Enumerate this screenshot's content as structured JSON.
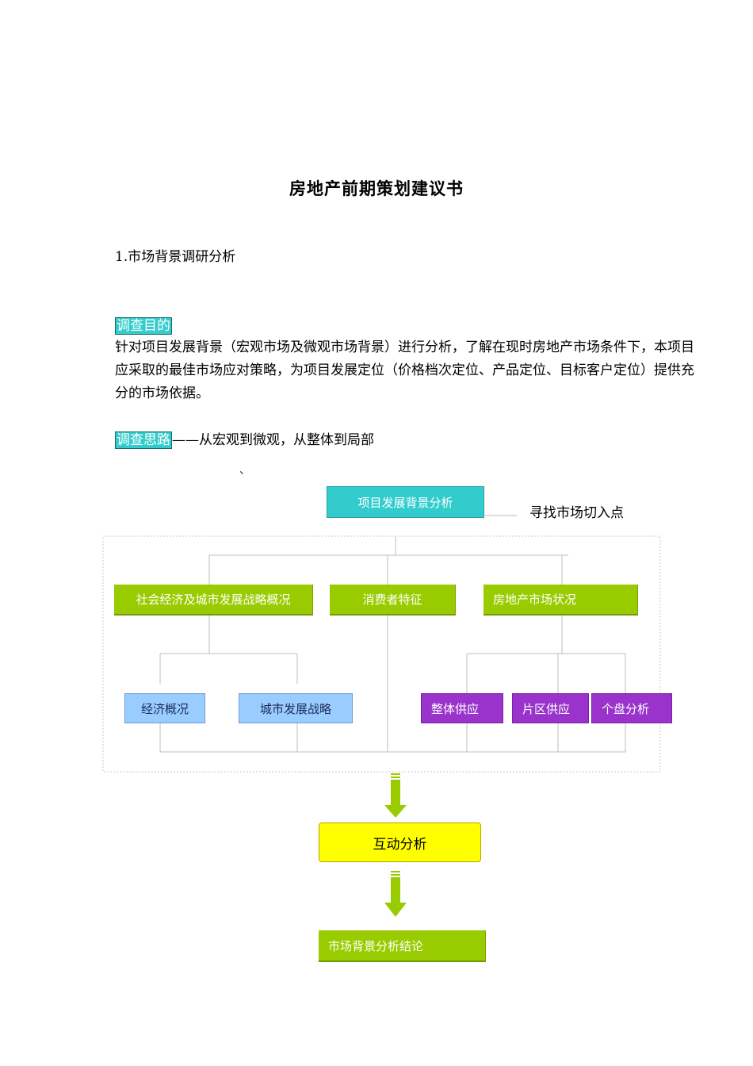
{
  "title": "房地产前期策划建议书",
  "section_heading": "1.市场背景调研分析",
  "purpose_label": "调查目的",
  "purpose_text": "针对项目发展背景（宏观市场及微观市场背景）进行分析，了解在现时房地产市场条件下，本项目应采取的最佳市场应对策略，为项目发展定位（价格档次定位、产品定位、目标客户定位）提供充分的市场依据。",
  "approach_label": "调查思路",
  "approach_text": "——从宏观到微观，从整体到局部",
  "stray_mark": "、",
  "diagram": {
    "top_box": "项目发展背景分析",
    "top_note": "寻找市场切入点",
    "level2": [
      "社会经济及城市发展战略概况",
      "消费者特征",
      "房地产市场状况"
    ],
    "level3_left": [
      "经济概况",
      "城市发展战略"
    ],
    "level3_right": [
      "整体供应",
      "片区供应",
      "个盘分析"
    ],
    "interaction_box": "互动分析",
    "conclusion_box": "市场背景分析结论"
  },
  "colors": {
    "teal": "#33cccc",
    "green": "#99cc00",
    "light_blue": "#99ccff",
    "purple": "#9933cc",
    "yellow": "#ffff00"
  }
}
